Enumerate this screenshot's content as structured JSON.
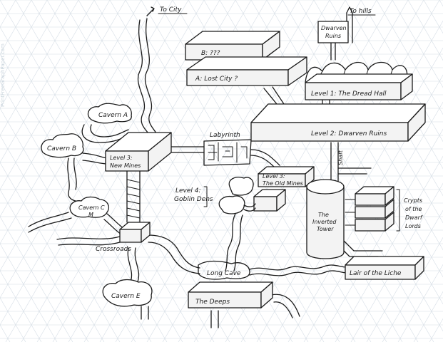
{
  "watermark": "PrintFreeGraphPaper.com",
  "labels": {
    "to_city": "To City",
    "to_hills": "To hills",
    "dwarven_ruins_sign": [
      "Dwarven",
      "Ruins"
    ],
    "b_unknown": "B: ???",
    "a_lost_city": "A: Lost City ?",
    "level1": "Level 1: The Dread Hall",
    "level2": "Level 2: Dwarven Ruins",
    "cavern_a": "Cavern A",
    "cavern_b": "Cavern B",
    "cavern_c": [
      "Cavern C",
      "M"
    ],
    "cavern_e": "Cavern E",
    "level3_new": [
      "Level 3:",
      "New Mines"
    ],
    "labyrinth": "Labyrinth",
    "level3_old": [
      "Level 3:",
      "The Old Mines"
    ],
    "shaft": "Shaft",
    "level4": [
      "Level 4:",
      "Goblin Dens"
    ],
    "inverted_tower": [
      "The",
      "Inverted",
      "Tower"
    ],
    "crypts": [
      "Crypts",
      "of the",
      "Dwarf",
      "Lords"
    ],
    "crossroads": "Crossroads",
    "long_cave": "Long Cave",
    "lair": "Lair of the Liche",
    "the_deeps": "The Deeps"
  }
}
